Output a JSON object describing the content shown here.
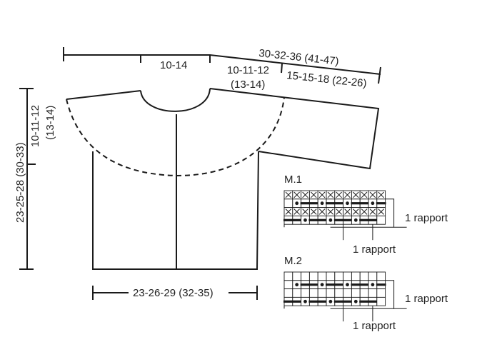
{
  "measurements": {
    "top_neck": "10-14",
    "sleeve_total": "30-32-36 (41-47)",
    "shoulder_a": "10-11-12",
    "shoulder_b": "(13-14)",
    "sleeve_length": "15-15-18 (22-26)",
    "yoke_a": "10-11-12",
    "yoke_b": "(13-14)",
    "body_length": "23-25-28 (30-33)",
    "bottom_width": "23-26-29 (32-35)"
  },
  "charts": [
    {
      "title": "M.1",
      "repeat_right": "1 rapport",
      "repeat_bottom": "1 rapport",
      "rows": [
        [
          "x",
          "x",
          "x",
          "x",
          "x",
          "x",
          "x",
          "x",
          "x",
          "x",
          "x",
          "x"
        ],
        [
          "e",
          "d",
          "b",
          "b",
          "d",
          "b",
          "b",
          "d",
          "b",
          "b",
          "d",
          "b"
        ],
        [
          "x",
          "x",
          "x",
          "x",
          "x",
          "x",
          "x",
          "x",
          "x",
          "x",
          "x",
          "x"
        ],
        [
          "b",
          "b",
          "d",
          "b",
          "b",
          "d",
          "b",
          "b",
          "d",
          "b",
          "b",
          "e"
        ]
      ]
    },
    {
      "title": "M.2",
      "repeat_right": "1 rapport",
      "repeat_bottom": "1 rapport",
      "rows": [
        [
          "e",
          "e",
          "e",
          "e",
          "e",
          "e",
          "e",
          "e",
          "e",
          "e",
          "e",
          "e"
        ],
        [
          "e",
          "d",
          "b",
          "b",
          "d",
          "b",
          "b",
          "d",
          "b",
          "b",
          "d",
          "b"
        ],
        [
          "e",
          "e",
          "e",
          "e",
          "e",
          "e",
          "e",
          "e",
          "e",
          "e",
          "e",
          "e"
        ],
        [
          "b",
          "b",
          "d",
          "b",
          "b",
          "d",
          "b",
          "b",
          "d",
          "b",
          "b",
          "e"
        ]
      ]
    }
  ]
}
